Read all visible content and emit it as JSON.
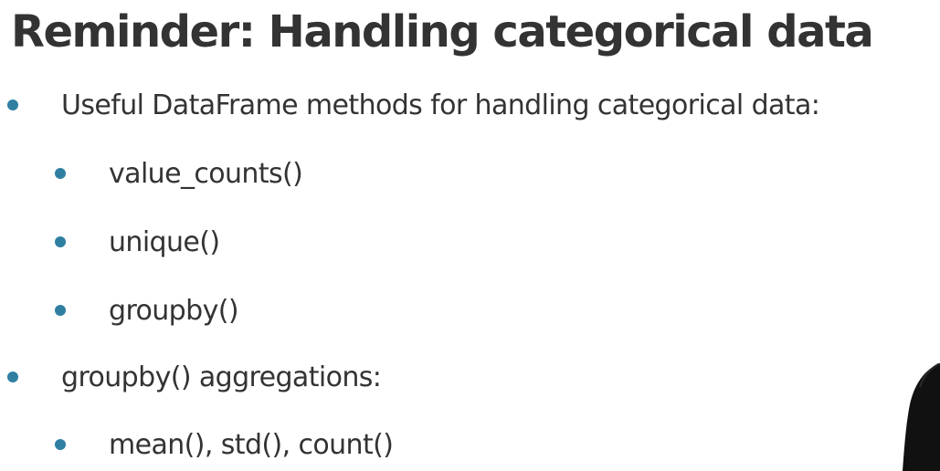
{
  "slide": {
    "title": "Reminder: Handling categorical data",
    "bullets": [
      {
        "text": "Useful DataFrame methods for handling categorical data:",
        "children": [
          "value_counts()",
          "unique()",
          "groupby()"
        ]
      },
      {
        "text": "groupby() aggregations:",
        "children": [
          "mean(), std(), count()"
        ]
      }
    ]
  },
  "colors": {
    "bullet": "#2f7fa3",
    "text": "#333333"
  }
}
